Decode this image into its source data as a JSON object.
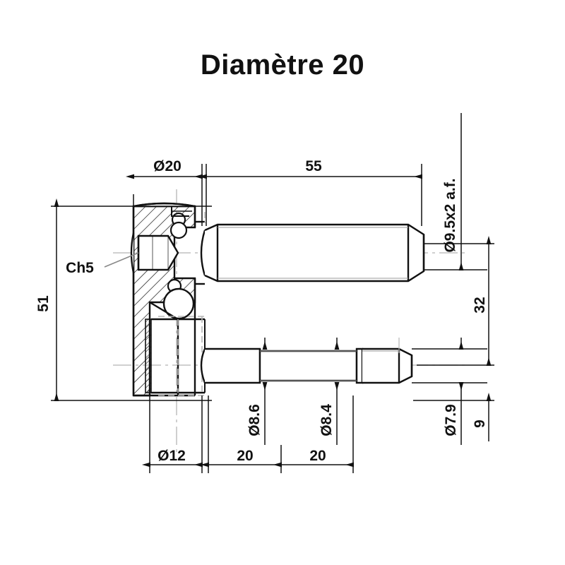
{
  "drawing": {
    "title": "Diamètre 20",
    "type": "mechanical-engineering-technical-drawing",
    "description": "Cross-sectioned T-body with upper plain shaft and lower stepped shaft",
    "units": "mm",
    "line_color": "#111111",
    "background_color": "#ffffff",
    "hatch_color": "#111111",
    "centerline_color": "#b0b0b0"
  },
  "dimensions": {
    "body_diameter": "Ø20",
    "shaft_length": "55",
    "hex_socket": "Ø9.5x2 a.f.",
    "height_total": "51",
    "height_upper_to_lower": "32",
    "height_lower_offset": "9",
    "bore_diameter": "Ø12",
    "step1": "20",
    "step2": "20",
    "dia_step1": "Ø8.6",
    "dia_step2": "Ø8.4",
    "dia_tip": "Ø7.9",
    "chamfer_note": "Ch5"
  },
  "labels": [
    {
      "id": "dia20",
      "text": "Ø20",
      "position": "top",
      "rotated": false
    },
    {
      "id": "len55",
      "text": "55",
      "position": "top",
      "rotated": false
    },
    {
      "id": "hex",
      "text": "Ø9.5x2 a.f.",
      "position": "top-right",
      "rotated": true
    },
    {
      "id": "h51",
      "text": "51",
      "position": "left",
      "rotated": true
    },
    {
      "id": "h32",
      "text": "32",
      "position": "right",
      "rotated": true
    },
    {
      "id": "h9",
      "text": "9",
      "position": "right",
      "rotated": true
    },
    {
      "id": "ch5",
      "text": "Ch5",
      "position": "left-leader",
      "rotated": false
    },
    {
      "id": "dia12",
      "text": "Ø12",
      "position": "bottom",
      "rotated": false
    },
    {
      "id": "s20a",
      "text": "20",
      "position": "bottom",
      "rotated": false
    },
    {
      "id": "s20b",
      "text": "20",
      "position": "bottom",
      "rotated": false
    },
    {
      "id": "dia86",
      "text": "Ø8.6",
      "position": "bottom",
      "rotated": true
    },
    {
      "id": "dia84",
      "text": "Ø8.4",
      "position": "bottom",
      "rotated": true
    },
    {
      "id": "dia79",
      "text": "Ø7.9",
      "position": "bottom",
      "rotated": true
    }
  ]
}
